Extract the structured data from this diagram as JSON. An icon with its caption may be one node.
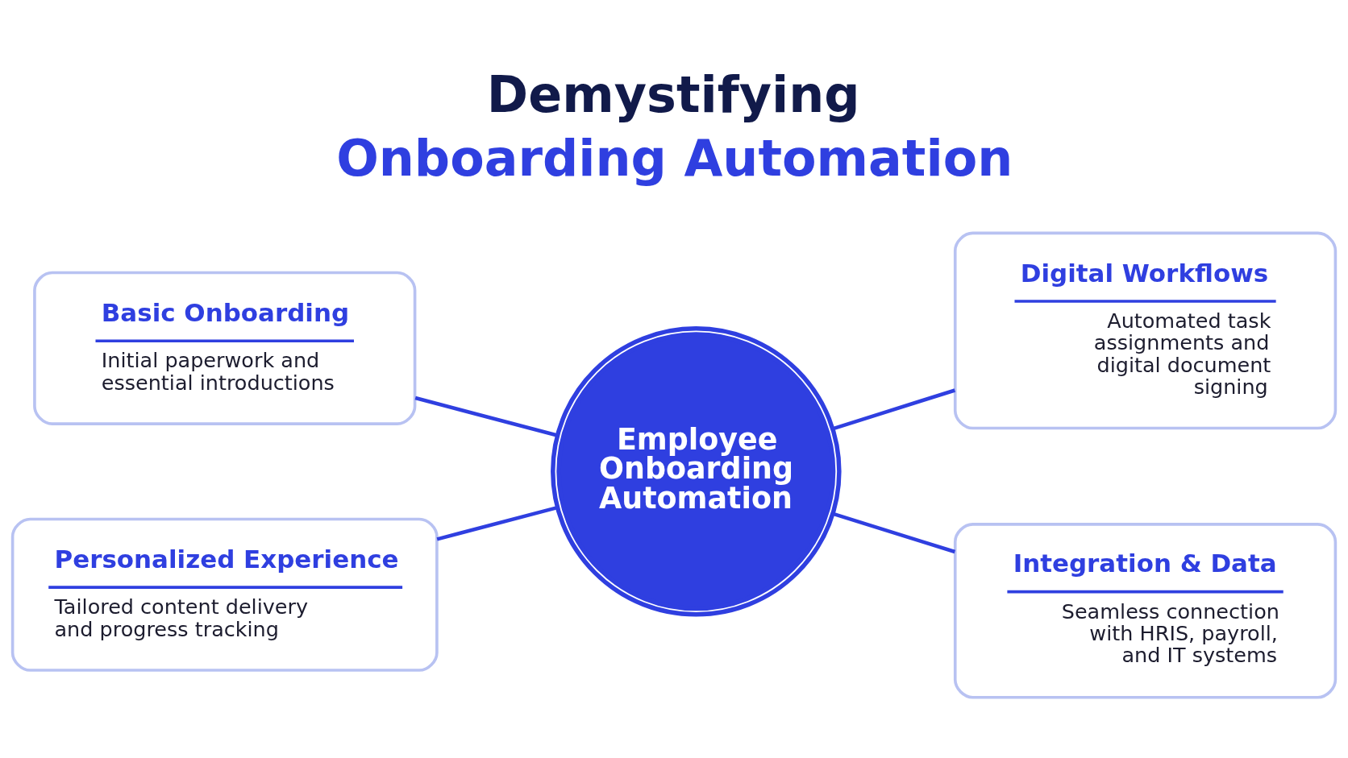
{
  "diagram": {
    "title": "Demystifying Onboarding Automation",
    "nodes": [
      {
        "text": [
          "Basic Onboarding",
          "Initial paperwork and essential introductions"
        ]
      },
      {
        "text": [
          "Digital Workflows",
          "Automated task assignments and digital document signing"
        ]
      },
      {
        "text": [
          "Employee Onboarding Automation"
        ]
      },
      {
        "text": [
          "Personalized Experience",
          "Tailored content delivery and progress tracking"
        ]
      },
      {
        "text": [
          "Integration & Data",
          "Seamless connection with HRIS, payroll, and IT systems"
        ]
      }
    ],
    "edges": [
      {
        "from": 0,
        "to": 2,
        "arrow": "none"
      },
      {
        "from": 2,
        "to": 1,
        "arrow": "none"
      },
      {
        "from": 3,
        "to": 2,
        "arrow": "none"
      },
      {
        "from": 2,
        "to": 4,
        "arrow": "none"
      }
    ]
  }
}
